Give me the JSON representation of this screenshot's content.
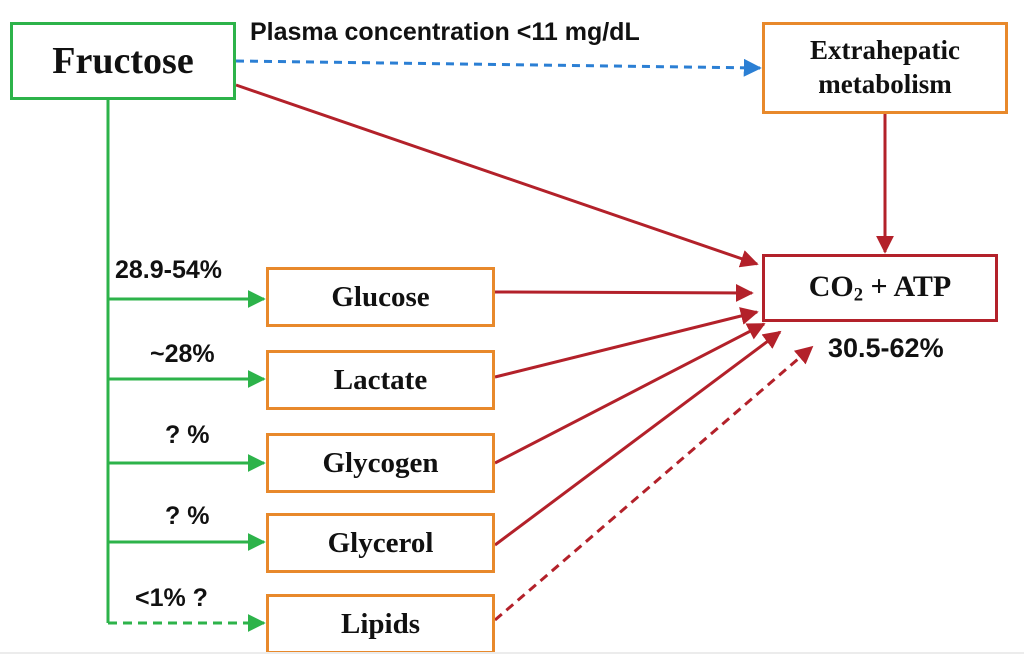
{
  "nodes": {
    "fructose": "Fructose",
    "extrahepatic": [
      "Extrahepatic",
      "metabolism"
    ],
    "output": {
      "main": "CO",
      "sub": "2",
      "rest": " + ATP"
    },
    "glucose": "Glucose",
    "lactate": "Lactate",
    "glycogen": "Glycogen",
    "glycerol": "Glycerol",
    "lipids": "Lipids"
  },
  "labels": {
    "plasma": "Plasma concentration <11 mg/dL",
    "glucose_pct": "28.9-54%",
    "lactate_pct": "~28%",
    "glycogen_pct": "? %",
    "glycerol_pct": "? %",
    "lipids_pct": "<1% ?",
    "output_pct": "30.5-62%"
  },
  "colors": {
    "green": "#2db34a",
    "orange": "#e8892b",
    "red": "#b3212a",
    "blue": "#2b7fd4"
  }
}
